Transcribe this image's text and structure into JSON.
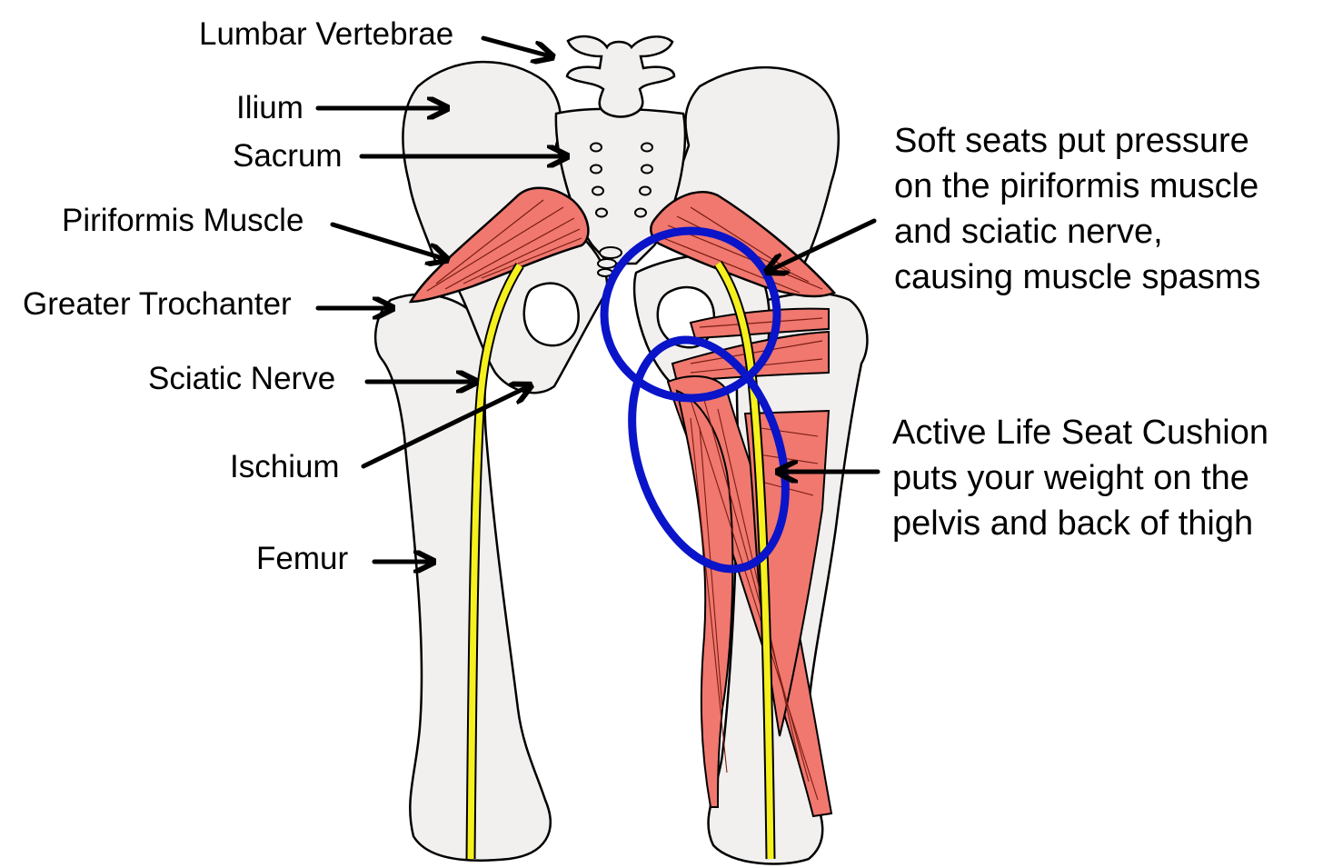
{
  "labels": {
    "lumbar": "Lumbar Vertebrae",
    "ilium": "Ilium",
    "sacrum": "Sacrum",
    "piriformis": "Piriformis Muscle",
    "trochanter": "Greater Trochanter",
    "sciatic": "Sciatic Nerve",
    "ischium": "Ischium",
    "femur": "Femur"
  },
  "notes": {
    "soft_seats": [
      "Soft seats put pressure",
      "on the piriformis muscle",
      "and sciatic nerve,",
      "causing muscle spasms"
    ],
    "cushion": [
      "Active Life Seat Cushion",
      "puts your weight on the",
      "pelvis and back of thigh"
    ]
  },
  "colors": {
    "bone_fill": "#f2f0ee",
    "outline": "#000000",
    "muscle": "#f0786e",
    "nerve": "#f5f01e",
    "highlight_ring": "#0a14c8"
  }
}
